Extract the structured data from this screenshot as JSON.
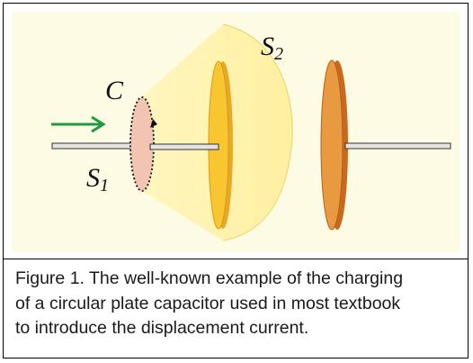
{
  "figure": {
    "labels": {
      "loop": "C",
      "flat_surface": "S",
      "flat_surface_sub": "1",
      "bulged_surface": "S",
      "bulged_surface_sub": "2"
    },
    "colors": {
      "background": "#fdfbe3",
      "bulged_surface": "#fff2a6",
      "left_plate": "#f7c630",
      "right_plate": "#e9993f",
      "flat_surface": "#f1c5b1",
      "arrow": "#1f9a3f",
      "wire": "#e4e4e4"
    },
    "icons": {
      "current_arrow": "right-arrow-icon"
    }
  },
  "caption": {
    "line1": "Figure 1. The well-known example of the charging",
    "line2": "of a circular plate capacitor used in most textbook",
    "line3": "to introduce the displacement current."
  }
}
